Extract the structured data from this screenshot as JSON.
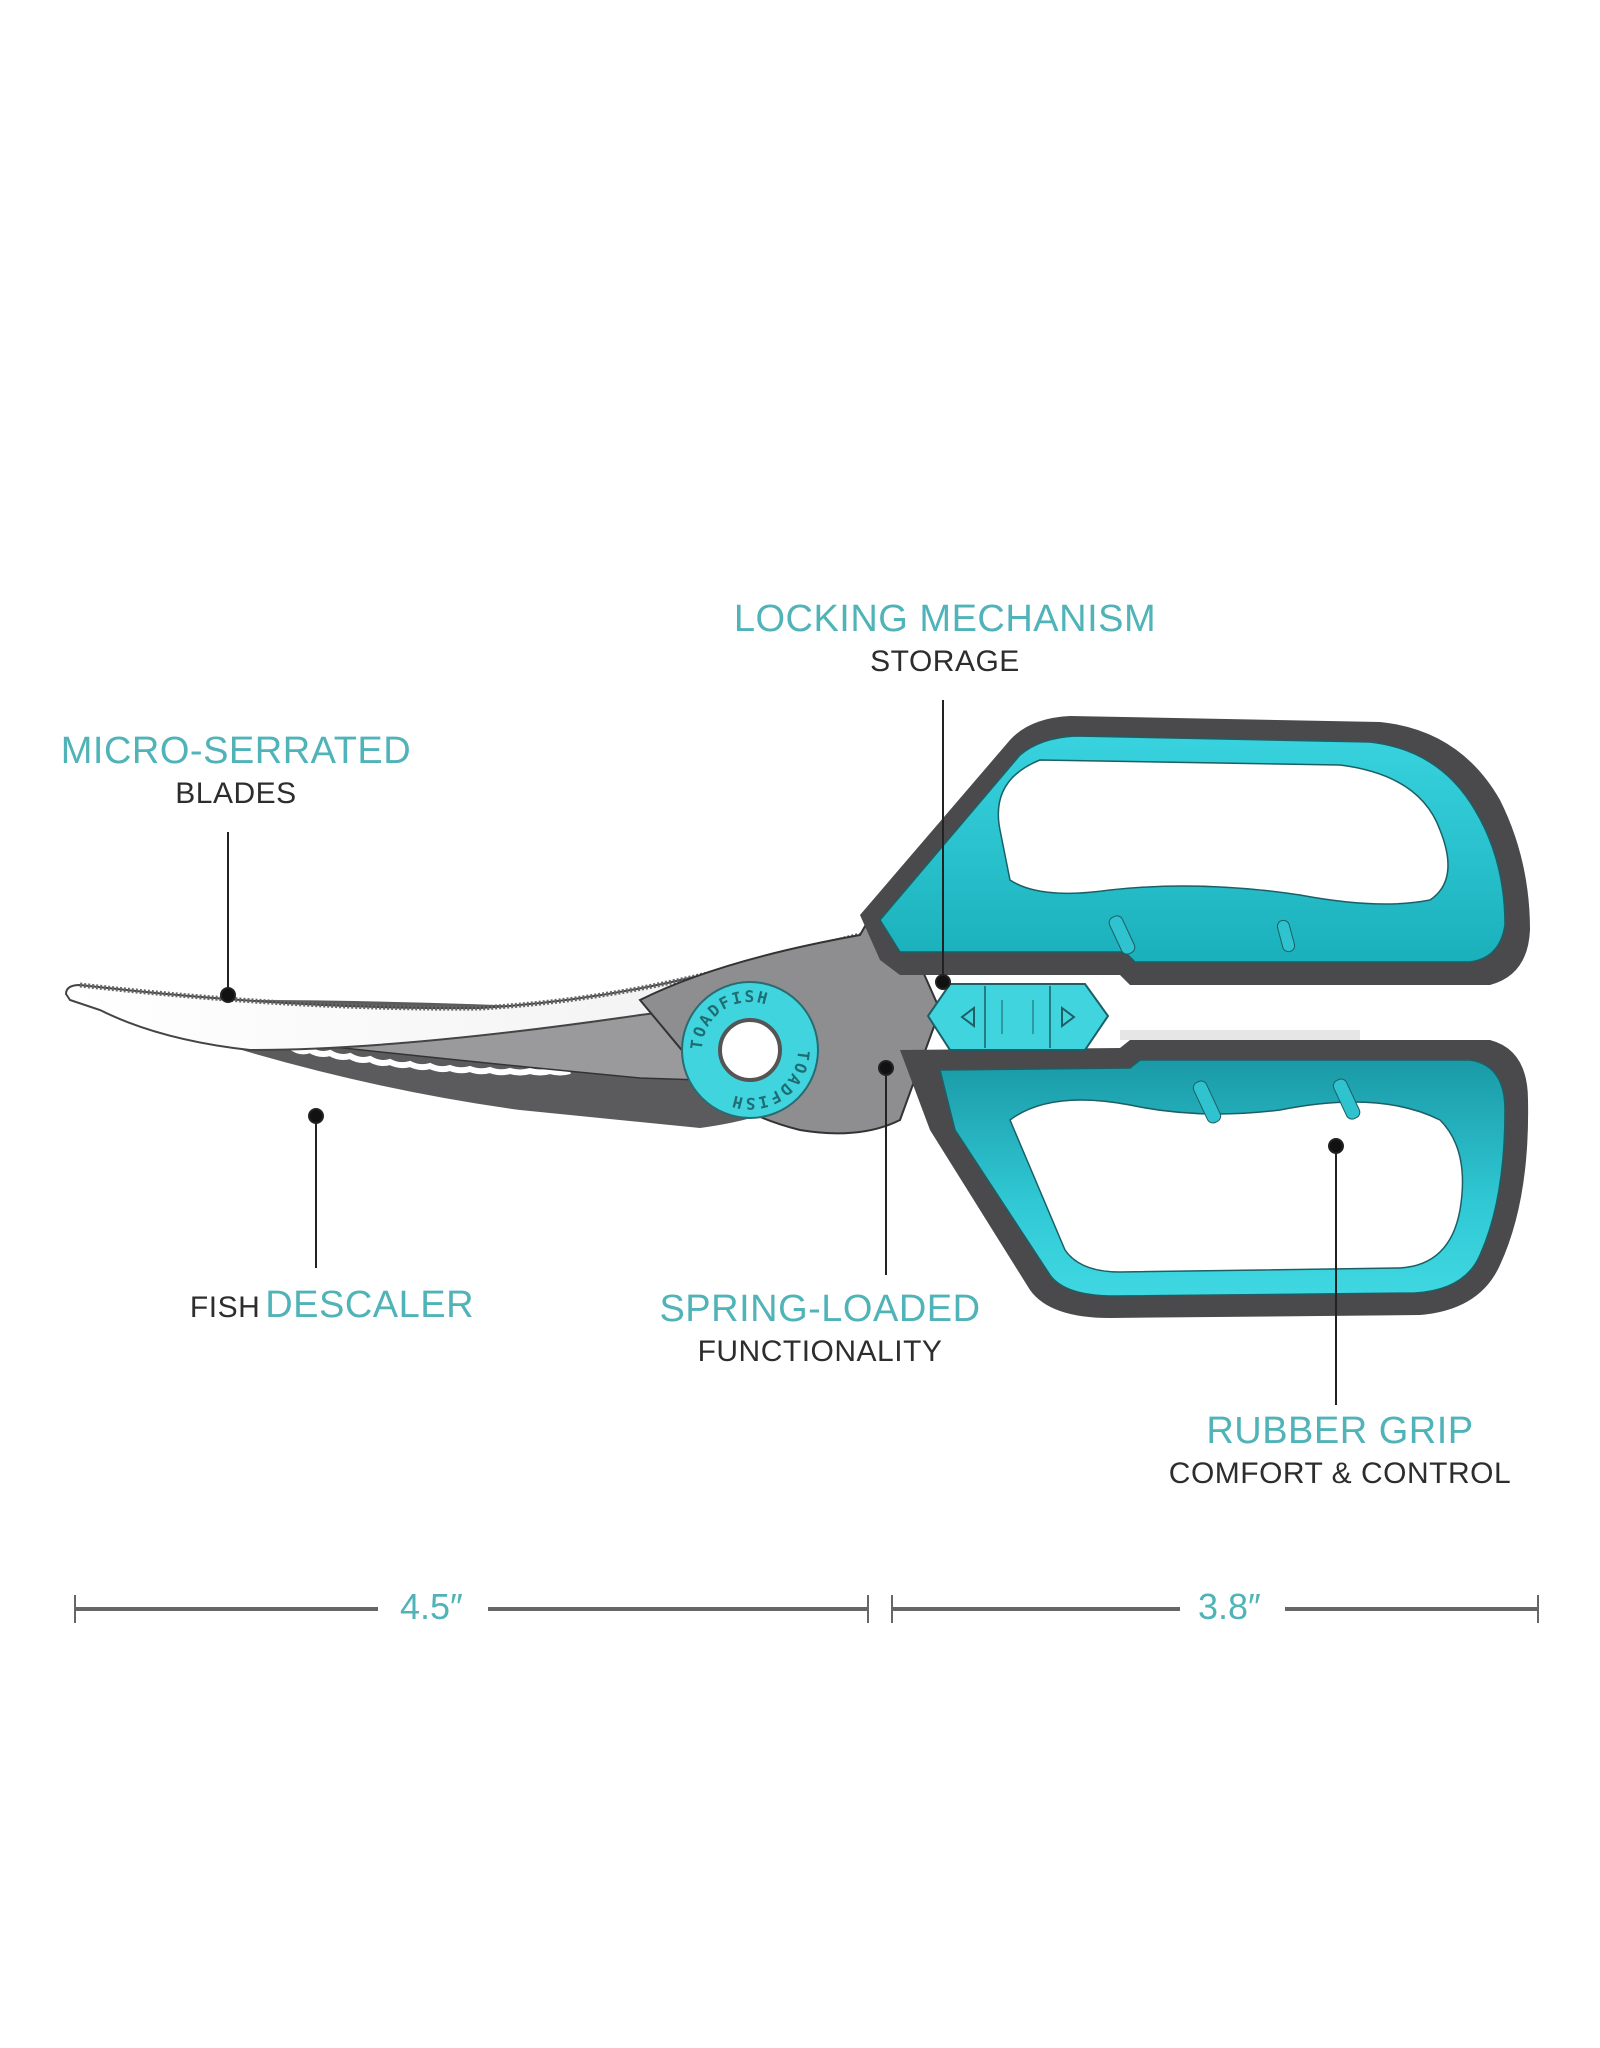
{
  "colors": {
    "accent_teal": "#4fb3b8",
    "grip_teal": "#3fd4de",
    "grip_teal_dark": "#1aa8b3",
    "frame_dark": "#4a4a4c",
    "blade_gray": "#8e8e90",
    "blade_dark": "#5b5b5d",
    "label_dark": "#2d2d2d"
  },
  "callouts": {
    "micro_serrated": {
      "title": "MICRO-SERRATED",
      "subtitle": "BLADES"
    },
    "locking": {
      "title": "LOCKING MECHANISM",
      "subtitle": "STORAGE"
    },
    "descaler": {
      "prefix": "FISH",
      "title": "DESCALER"
    },
    "spring": {
      "title": "SPRING-LOADED",
      "subtitle": "FUNCTIONALITY"
    },
    "rubber_grip": {
      "title": "RUBBER GRIP",
      "subtitle": "COMFORT & CONTROL"
    }
  },
  "pivot_brand_text": "TOADFISH",
  "lock_icons": {
    "left": "triangle-left-icon",
    "right": "triangle-right-icon"
  },
  "dimensions": {
    "blade_length": "4.5″",
    "handle_length": "3.8″"
  }
}
